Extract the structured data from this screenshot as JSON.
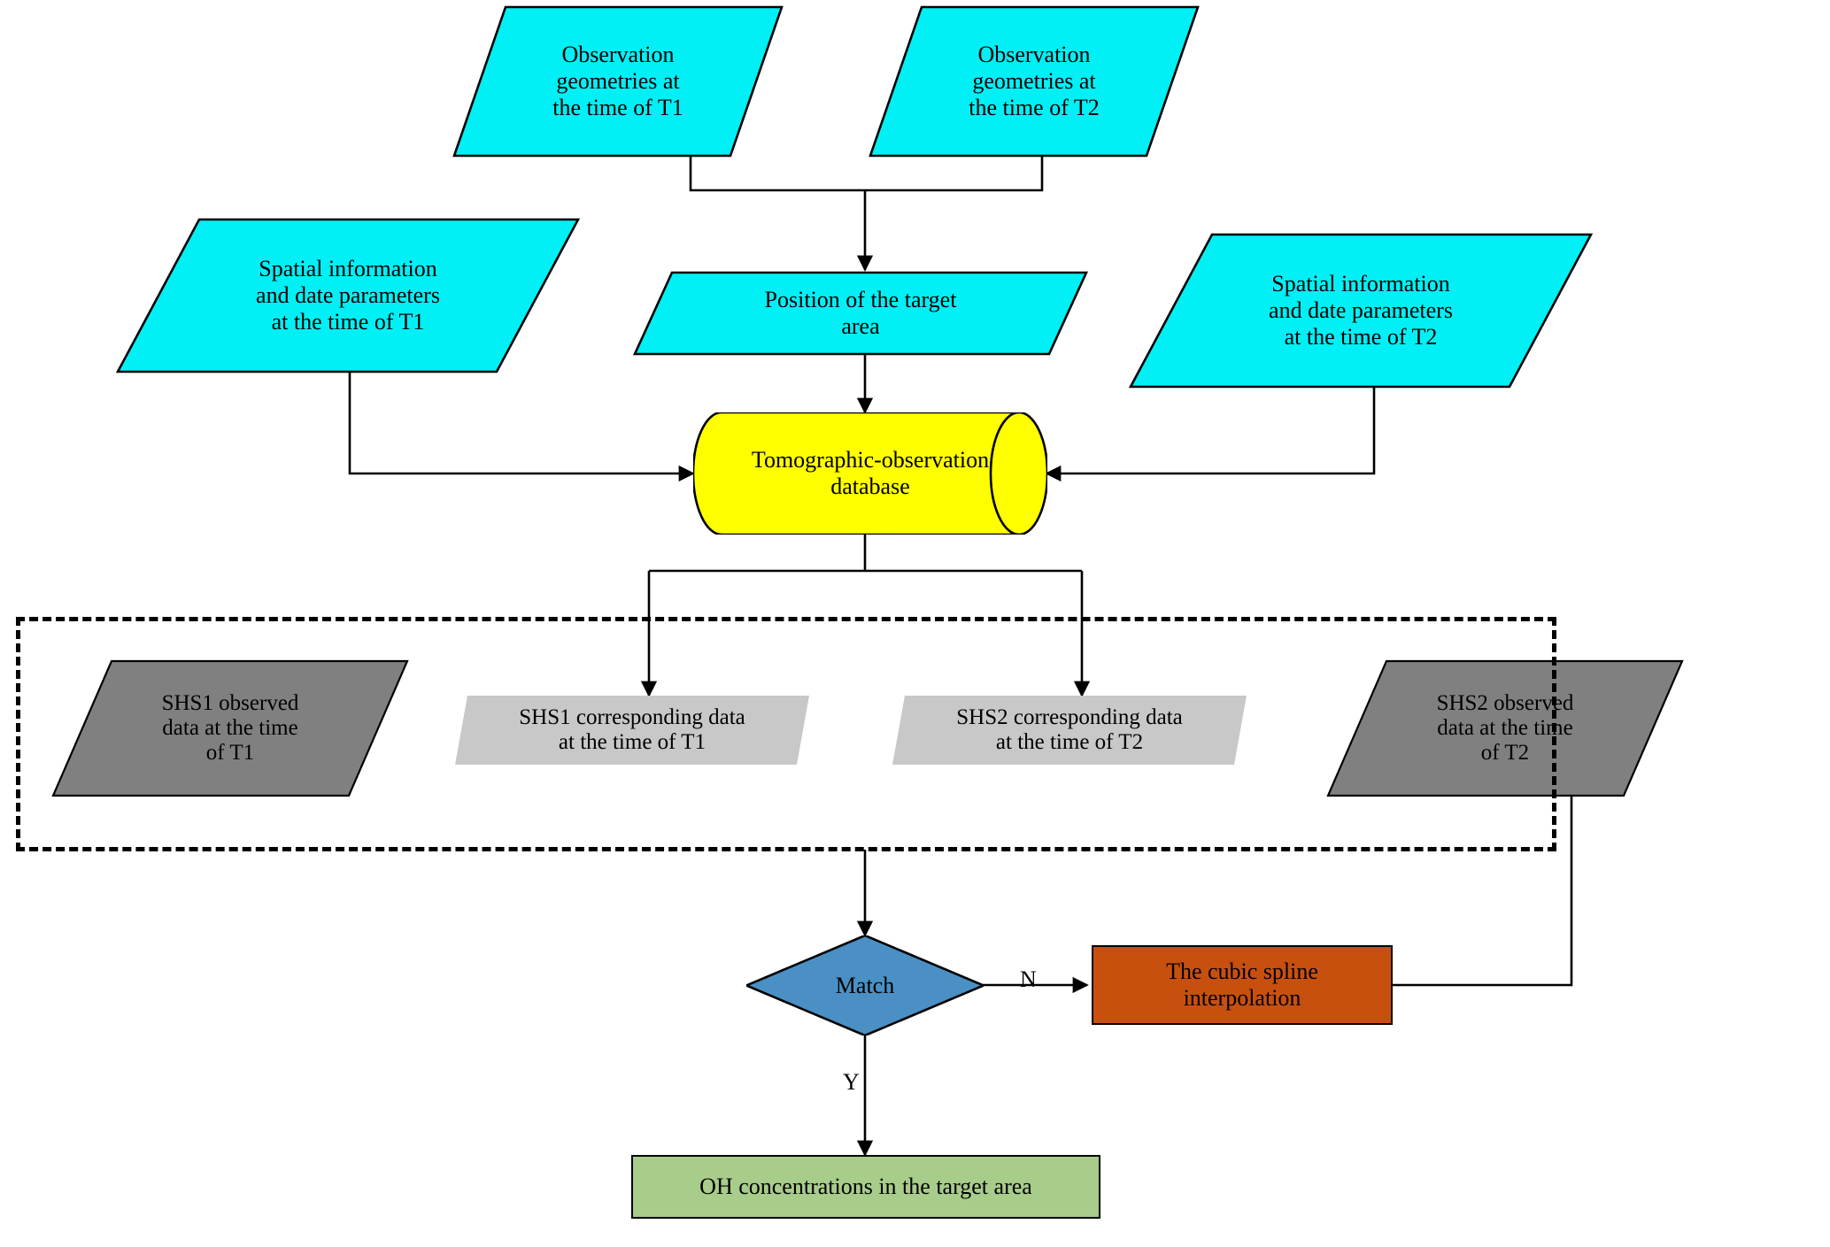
{
  "diagram": {
    "title": "OH tomographic retrieval flowchart",
    "colors": {
      "cyan": "#00F0F5",
      "yellow": "#FFFF00",
      "dark_gray": "#808080",
      "light_gray": "#C8C8C8",
      "blue": "#4A90C4",
      "orange": "#C8500F",
      "green": "#A8CC8A",
      "stroke": "#000000",
      "background": "#FFFFFF"
    },
    "nodes": {
      "obs_geom_t1": {
        "label": "Observation\ngeometries at\nthe time of T1",
        "shape": "parallelogram",
        "fill": "#00F0F5"
      },
      "obs_geom_t2": {
        "label": "Observation\ngeometries at\nthe time of T2",
        "shape": "parallelogram",
        "fill": "#00F0F5"
      },
      "spatial_t1": {
        "label": "Spatial information\nand date parameters\nat the time of T1",
        "shape": "parallelogram",
        "fill": "#00F0F5"
      },
      "spatial_t2": {
        "label": "Spatial information\nand date parameters\nat the time of T2",
        "shape": "parallelogram",
        "fill": "#00F0F5"
      },
      "target_position": {
        "label": "Position of the target\narea",
        "shape": "parallelogram",
        "fill": "#00F0F5"
      },
      "database": {
        "label": "Tomographic-observation\ndatabase",
        "shape": "cylinder",
        "fill": "#FFFF00"
      },
      "shs1_observed": {
        "label": "SHS1 observed\ndata at the time\nof T1",
        "shape": "parallelogram",
        "fill": "#808080"
      },
      "shs1_corresponding": {
        "label": "SHS1 corresponding data\nat the time of T1",
        "shape": "parallelogram",
        "fill": "#C8C8C8"
      },
      "shs2_corresponding": {
        "label": "SHS2 corresponding data\nat the time of T2",
        "shape": "parallelogram",
        "fill": "#C8C8C8"
      },
      "shs2_observed": {
        "label": "SHS2 observed\ndata at the time\nof T2",
        "shape": "parallelogram",
        "fill": "#808080"
      },
      "match_decision": {
        "label": "Match",
        "shape": "diamond",
        "fill": "#4A90C4"
      },
      "cubic_spline": {
        "label": "The cubic spline\ninterpolation",
        "shape": "rectangle",
        "fill": "#C8500F"
      },
      "oh_concentrations": {
        "label": "OH concentrations in the target area",
        "shape": "rectangle",
        "fill": "#A8CC8A"
      }
    },
    "edge_labels": {
      "no_branch": "N",
      "yes_branch": "Y"
    }
  }
}
